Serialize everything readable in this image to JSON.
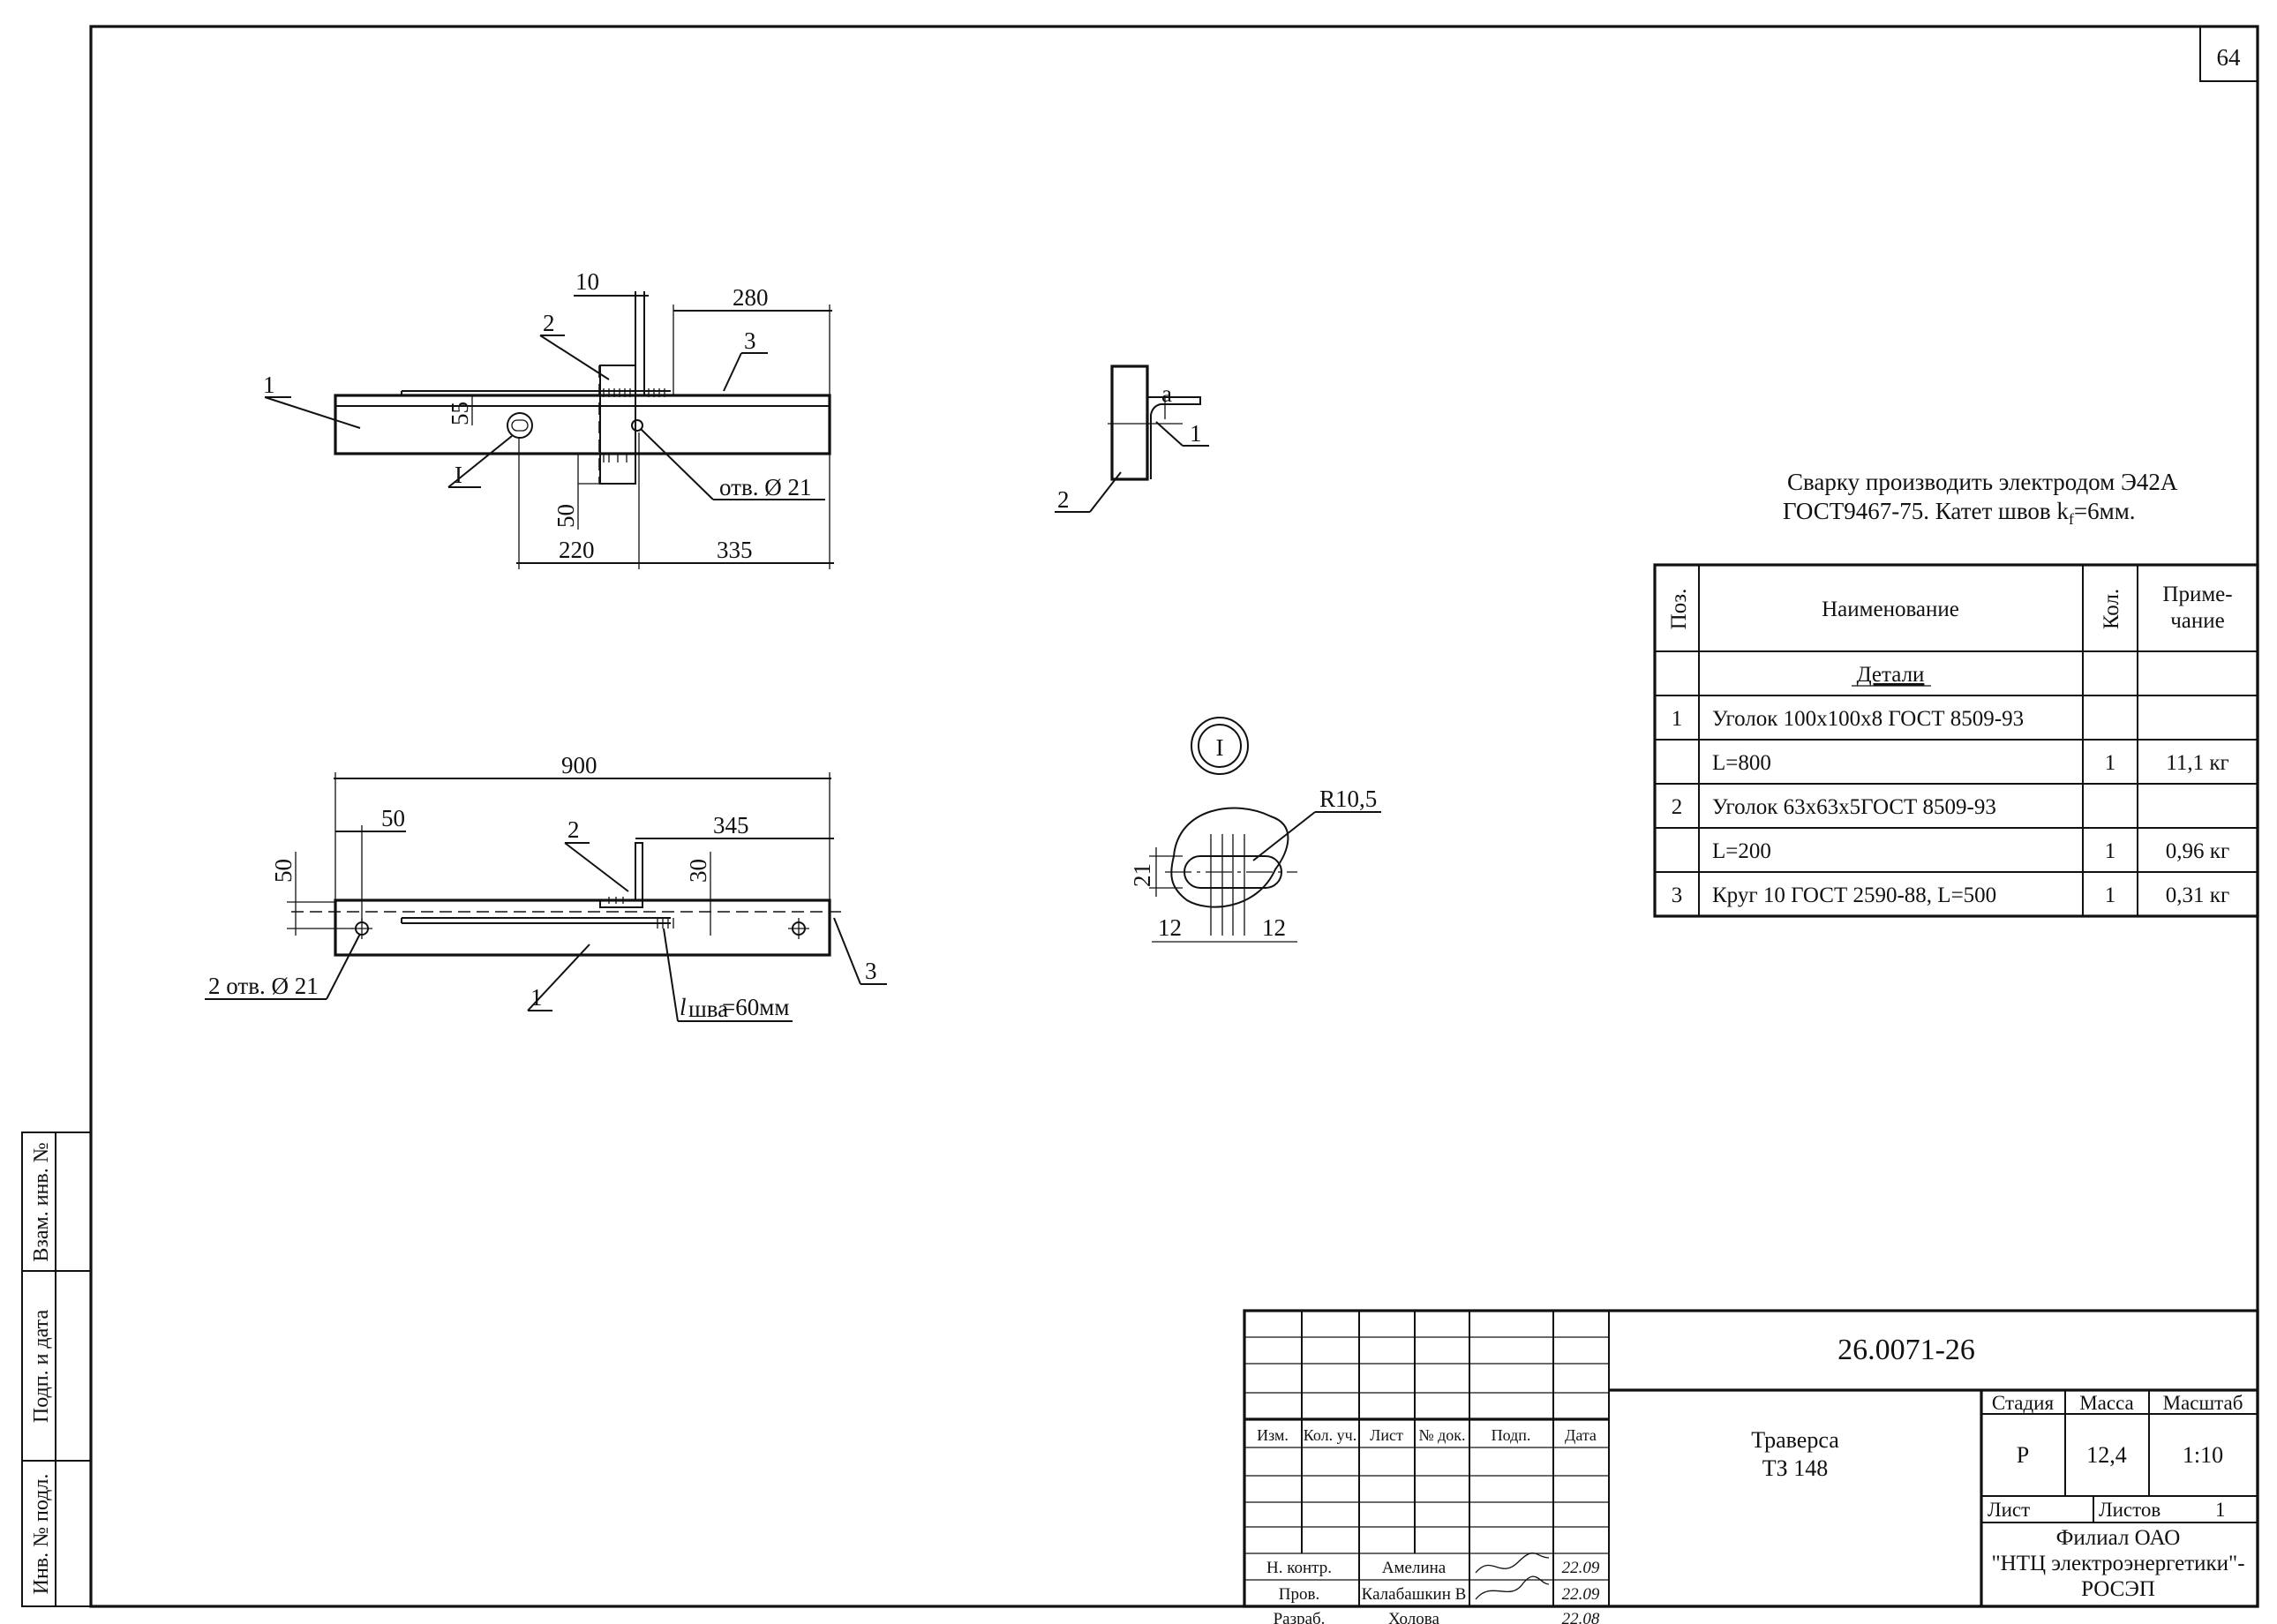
{
  "sheet_number": "64",
  "notes": {
    "line1": "Сварку производить электродом Э42А",
    "line2_prefix": "ГОСТ9467-75. Катет швов k",
    "line2_sub": "f",
    "line2_suffix": "=6мм."
  },
  "top_view": {
    "dims": {
      "d10": "10",
      "d280": "280",
      "d55": "55",
      "d50": "50",
      "d220": "220",
      "d335": "335"
    },
    "labels": {
      "p1": "1",
      "p2": "2",
      "p3": "3",
      "detail": "I",
      "hole": "отв. Ø 21"
    }
  },
  "side_view": {
    "labels": {
      "p1": "1",
      "p2": "2"
    }
  },
  "front_view": {
    "dims": {
      "d900": "900",
      "d50a": "50",
      "d345": "345",
      "d50b": "50",
      "d30": "30"
    },
    "labels": {
      "p1": "1",
      "p2": "2",
      "p3": "3",
      "holes": "2 отв. Ø 21",
      "weld_l": "l",
      "weld_sub": "шва",
      "weld_val": "=60мм"
    }
  },
  "detail_view": {
    "marker": "I",
    "dims": {
      "r": "R10,5",
      "d21": "21",
      "d12a": "12",
      "d12b": "12"
    }
  },
  "spec_table": {
    "headers": {
      "pos": "Поз.",
      "name": "Наименование",
      "qty": "Кол.",
      "note_1": "Приме-",
      "note_2": "чание"
    },
    "section": "Детали",
    "rows": [
      {
        "pos": "1",
        "name": "Уголок 100х100х8 ГОСТ 8509-93",
        "qty": "",
        "note": ""
      },
      {
        "pos": "",
        "name": "L=800",
        "qty": "1",
        "note": "11,1 кг"
      },
      {
        "pos": "2",
        "name": "Уголок 63х63х5ГОСТ 8509-93",
        "qty": "",
        "note": ""
      },
      {
        "pos": "",
        "name": "L=200",
        "qty": "1",
        "note": "0,96 кг"
      },
      {
        "pos": "3",
        "name": "Круг 10 ГОСТ 2590-88, L=500",
        "qty": "1",
        "note": "0,31 кг"
      }
    ]
  },
  "side_stamp": {
    "inv_zam": "Взам. инв. №",
    "sign_date": "Подп. и дата",
    "inv_podl": "Инв. № подл."
  },
  "title_block": {
    "doc_code": "26.0071-26",
    "title_1": "Траверса",
    "title_2": "ТЗ 148",
    "col_headers": {
      "izm": "Изм.",
      "kol": "Кол. уч.",
      "list": "Лист",
      "ndok": "№ док.",
      "podp": "Подп.",
      "data": "Дата"
    },
    "stage_label": "Стадия",
    "mass_label": "Масса",
    "scale_label": "Масштаб",
    "stage": "Р",
    "mass": "12,4",
    "scale": "1:10",
    "sheet_label": "Лист",
    "sheets_label": "Листов",
    "sheets": "1",
    "org_1": "Филиал ОАО",
    "org_2": "\"НТЦ электроэнергетики\"-",
    "org_3": "РОСЭП",
    "roles": [
      {
        "role": "Н. контр.",
        "name": "Амелина",
        "date": "22.09"
      },
      {
        "role": "Пров.",
        "name": "Калабашкин В",
        "date": "22.09"
      },
      {
        "role": "Разраб.",
        "name": "Холова",
        "date": "22.08"
      }
    ]
  }
}
